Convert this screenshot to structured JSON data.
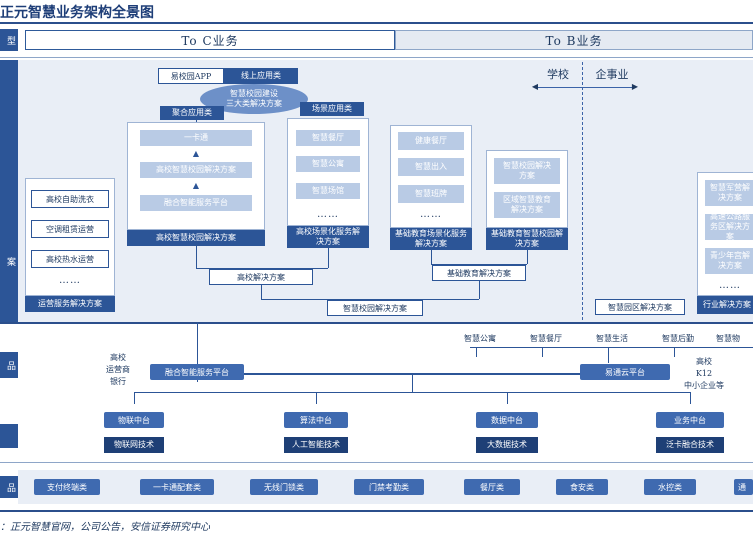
{
  "title": "正元智慧业务架构全景图",
  "row_labels": {
    "type": "型",
    "solution": "案",
    "platform": "品",
    "center": "",
    "product": "品"
  },
  "segments": {
    "toc": "To C业务",
    "tob": "To B业务"
  },
  "divider": {
    "school": "学校",
    "enterprise": "企事业"
  },
  "top_app": {
    "app": "易校园APP",
    "online": "线上应用类",
    "ellipse": "智慧校园建设\n三大类解决方案"
  },
  "tags": {
    "aggregate": "聚合应用类",
    "scene": "场景应用类"
  },
  "ops": {
    "items": [
      "高校自助洗衣",
      "空调租赁运营",
      "高校热水运营"
    ],
    "more": "……",
    "footer": "运营服务解决方案"
  },
  "campus": {
    "items": [
      "一卡通",
      "高校智慧校园解决方案",
      "融合智能服务平台"
    ],
    "footer": "高校智慧校园解决方案"
  },
  "scene_panel": {
    "items": [
      "智慧餐厅",
      "智慧公寓",
      "智慧场馆"
    ],
    "more": "……",
    "footer": "高校场景化服务解决方案"
  },
  "basic_panel": {
    "items": [
      "健康餐厅",
      "智慧出入",
      "智慧班牌"
    ],
    "more": "……",
    "footer": "基础教育场景化服务解决方案"
  },
  "basic_smart": {
    "items": [
      "智慧校园解决方案",
      "区域智慧教育解决方案"
    ],
    "footer": "基础教育智慧校园解决方案"
  },
  "mid_solutions": {
    "college": "高校解决方案",
    "basic": "基础教育解决方案",
    "campus": "智慧校园解决方案"
  },
  "right_col": {
    "items": [
      "智慧军营解决方案",
      "高速公路服务区解决方案",
      "青少年宫解决方案"
    ],
    "more": "……",
    "park": "智慧园区解决方案",
    "industry": "行业解决方案"
  },
  "platform": {
    "left_labels": [
      "高校",
      "运营商",
      "银行"
    ],
    "fusion": "融合智能服务平台",
    "apps": [
      "智慧公寓",
      "智慧餐厅",
      "智慧生活",
      "智慧后勤",
      "智慧物"
    ],
    "yitong": "易通云平台",
    "right_labels": [
      "高校",
      "K12",
      "中小企业等"
    ]
  },
  "centers": [
    {
      "name": "物联中台",
      "tech": "物联网技术"
    },
    {
      "name": "算法中台",
      "tech": "人工智能技术"
    },
    {
      "name": "数据中台",
      "tech": "大数据技术"
    },
    {
      "name": "业务中台",
      "tech": "泛卡融合技术"
    }
  ],
  "products": [
    "支付终端类",
    "一卡通配套类",
    "无线门锁类",
    "门禁考勤类",
    "餐厅类",
    "食安类",
    "水控类",
    "通"
  ],
  "source": "：正元智慧官网，公司公告，安信证券研究中心"
}
